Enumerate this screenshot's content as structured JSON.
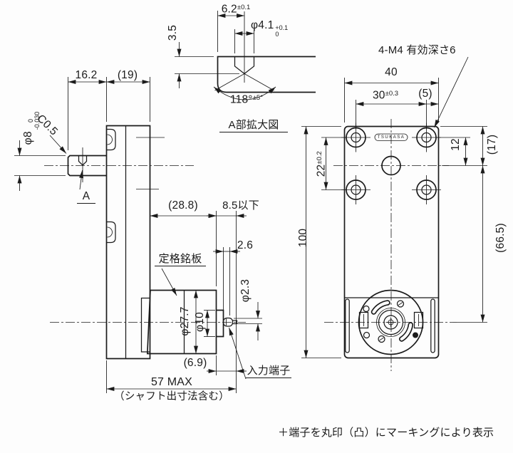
{
  "detail_a": {
    "title": "A部拡大図",
    "dim_width": {
      "main": "6.2",
      "tol": "±0.1"
    },
    "dim_hole": {
      "main": "φ4.1",
      "tol_upper": "+0.1",
      "tol_lower": "0"
    },
    "dim_depth": "3.5",
    "dim_angle": {
      "main": "118°",
      "tol": "±5°"
    }
  },
  "side_view": {
    "dim_shaft_protrusion": "16.2",
    "dim_body_depth": "(19)",
    "shaft_dia": {
      "main": "φ8",
      "tol_upper": "0",
      "tol_lower": "-0.030"
    },
    "chamfer": "C0.5",
    "detail_marker": "A",
    "dim_gear_to_motor_rear": "(28.8)",
    "dim_terminal_max": "8.5以下",
    "dim_terminal_base": "2.6",
    "terminal_dia": "φ2.3",
    "motor_dia": "φ27.7",
    "boss_dia": "φ10",
    "dim_rear": "(6.9)",
    "dim_total": "57 MAX",
    "dim_total_note": "（シャフト出寸法含む）",
    "label_nameplate": "定格銘板",
    "label_input_terminal": "入力端子"
  },
  "front_view": {
    "note_tap": "4-M4 有効深さ6",
    "dim_width": "40",
    "dim_hole_pitch_x": {
      "main": "30",
      "tol": "±0.3"
    },
    "dim_side": "(5)",
    "dim_hole_pitch_y": {
      "main": "22",
      "tol": "±0.2"
    },
    "dim_hole_to_center": "12",
    "dim_top_to_center": "(17)",
    "dim_height": "100",
    "dim_center_to_motor": "(66.5)",
    "logo_text": "TSUKASA"
  },
  "footnote": "＋端子を丸印（凸）にマーキングにより表示"
}
